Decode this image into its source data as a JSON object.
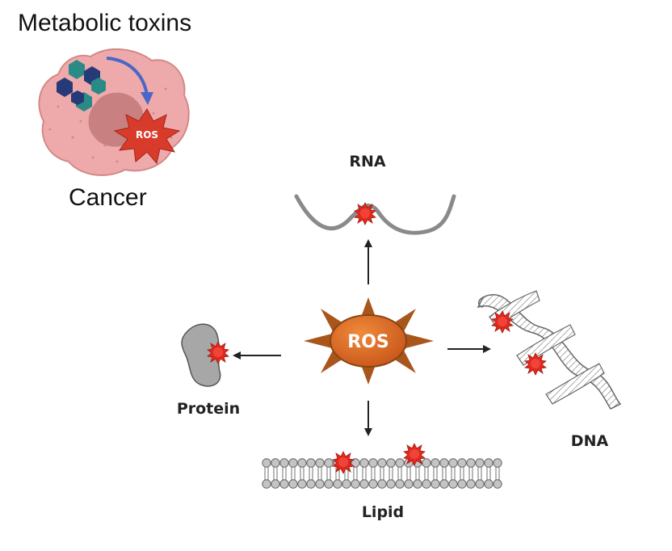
{
  "inset": {
    "title": "Metabolic toxins",
    "cell_label": "Cancer",
    "ros_badge": "ROS"
  },
  "diagram": {
    "center_label": "ROS",
    "targets": {
      "rna": "RNA",
      "protein": "Protein",
      "dna": "DNA",
      "lipid": "Lipid"
    }
  },
  "colors": {
    "cell_fill": "#eeaaaa",
    "nucleus_fill": "#c98080",
    "hexagon_teal": "#2a8a86",
    "hexagon_navy": "#273a78",
    "arrow_blue": "#4a66c8",
    "burst_red": "#d93b2b",
    "ros_orange": "#d9691f",
    "ros_ray": "#a9561c",
    "damage_red": "#e3281c",
    "protein_gray": "#a7a7a7",
    "rna_gray": "#8a8a8a"
  }
}
